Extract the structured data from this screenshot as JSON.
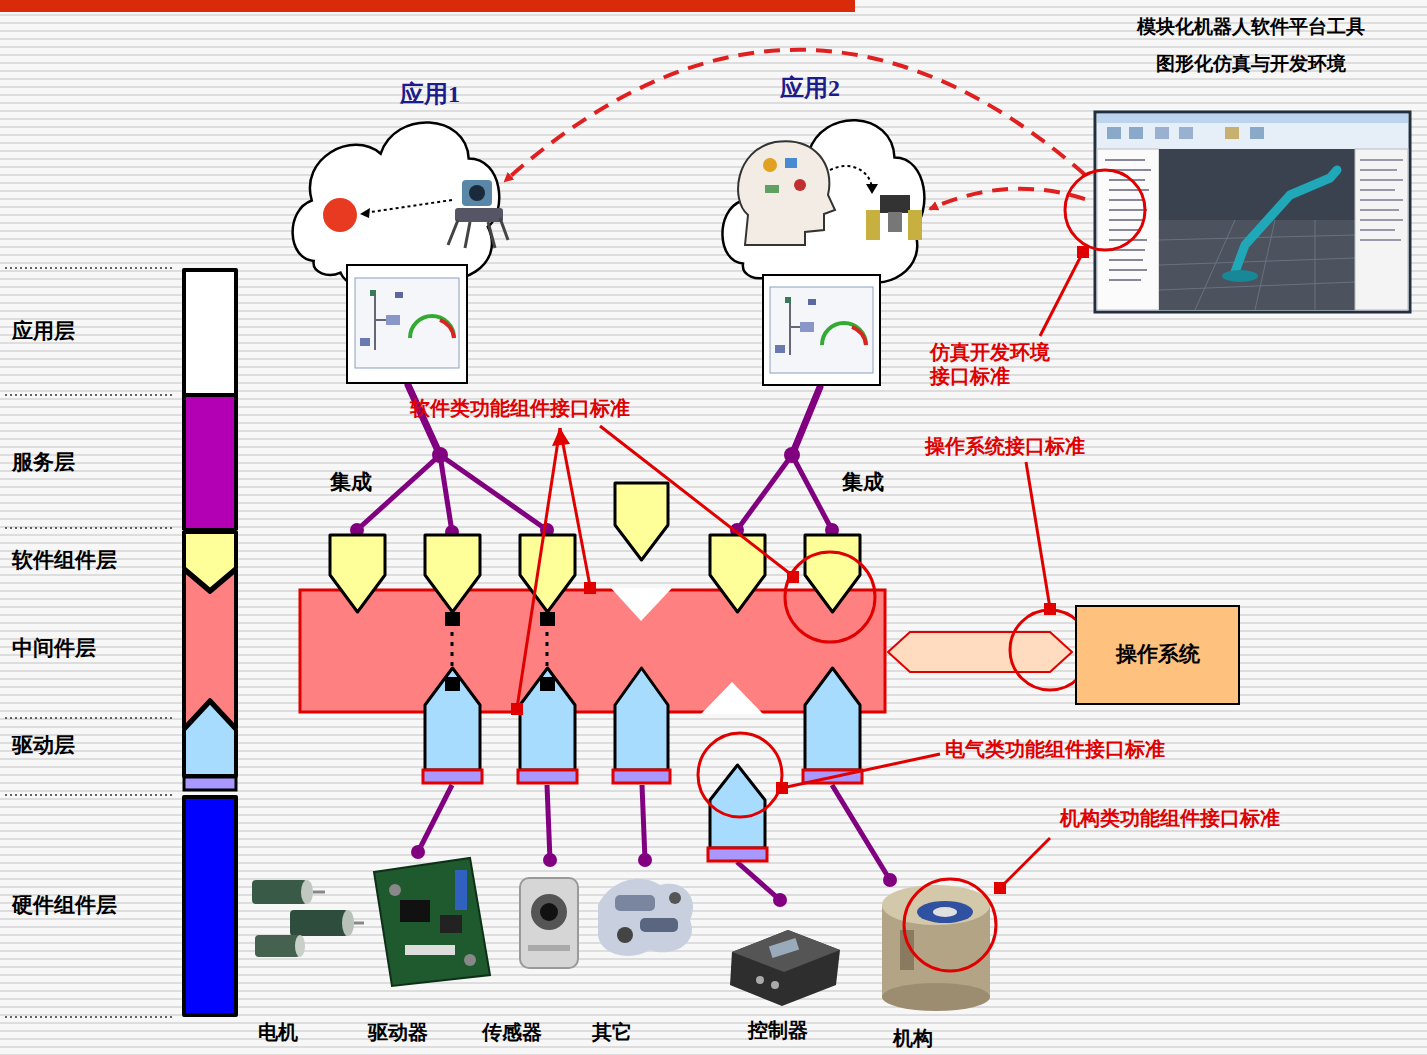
{
  "diagram": {
    "nodes": [
      {
        "text": [
          "应用1"
        ]
      },
      {
        "text": [
          "应用2"
        ]
      },
      {
        "text": [
          "模块化机器人软件平台工具",
          "图形化仿真与开发环境"
        ]
      },
      {
        "text": [
          "应用层"
        ]
      },
      {
        "text": [
          "服务层"
        ]
      },
      {
        "text": [
          "软件组件层"
        ]
      },
      {
        "text": [
          "中间件层"
        ]
      },
      {
        "text": [
          "驱动层"
        ]
      },
      {
        "text": [
          "硬件组件层"
        ]
      },
      {
        "text": [
          "操作系统"
        ]
      }
    ],
    "edges": [
      {
        "from": 2,
        "to": 0,
        "arrow": "to"
      },
      {
        "from": 2,
        "to": 1,
        "arrow": "to"
      }
    ],
    "labels": [
      "软件类功能组件接口标准",
      "操作系统接口标准",
      "仿真开发环境接口标准",
      "电气类功能组件接口标准",
      "机构类功能组件接口标准",
      "集成",
      "集成",
      "电机",
      "驱动器",
      "传感器",
      "其它",
      "控制器",
      "机构"
    ]
  }
}
